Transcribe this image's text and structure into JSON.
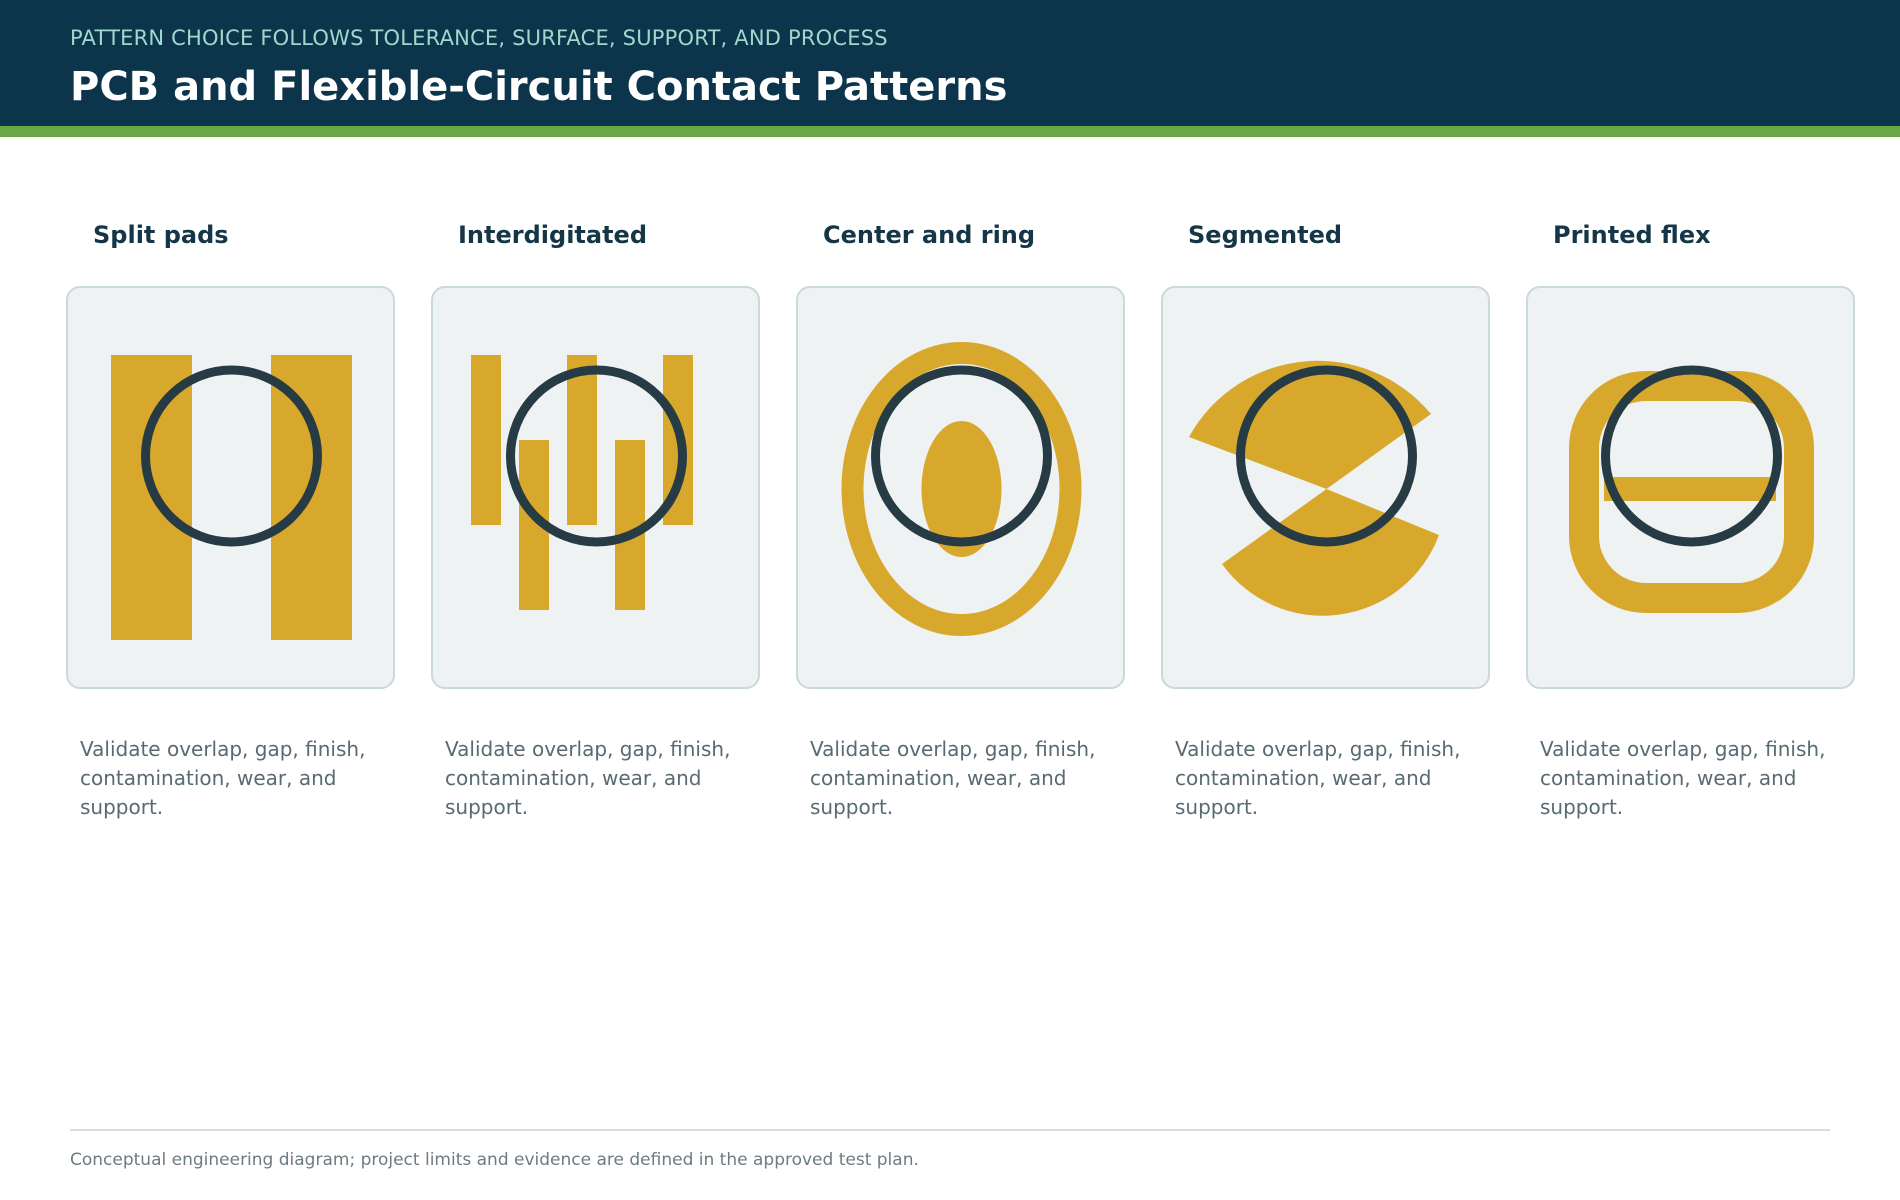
{
  "header": {
    "kicker": "PATTERN CHOICE FOLLOWS TOLERANCE, SURFACE, SUPPORT, AND PROCESS",
    "title": "PCB and Flexible-Circuit Contact Patterns"
  },
  "colors": {
    "header_bg": "#0c344b",
    "accent_bar": "#6ba545",
    "pad": "#d7a82b",
    "probe_ring": "#263b44",
    "card_bg": "#eef2f2"
  },
  "patterns": [
    {
      "title": "Split pads",
      "description": "Validate overlap, gap, finish, contamination, wear, and support."
    },
    {
      "title": "Interdigitated",
      "description": "Validate overlap, gap, finish, contamination, wear, and support."
    },
    {
      "title": "Center and ring",
      "description": "Validate overlap, gap, finish, contamination, wear, and support."
    },
    {
      "title": "Segmented",
      "description": "Validate overlap, gap, finish, contamination, wear, and support."
    },
    {
      "title": "Printed flex",
      "description": "Validate overlap, gap, finish, contamination, wear, and support."
    }
  ],
  "footer": {
    "note": "Conceptual engineering diagram; project limits and evidence are defined in the approved test plan."
  }
}
